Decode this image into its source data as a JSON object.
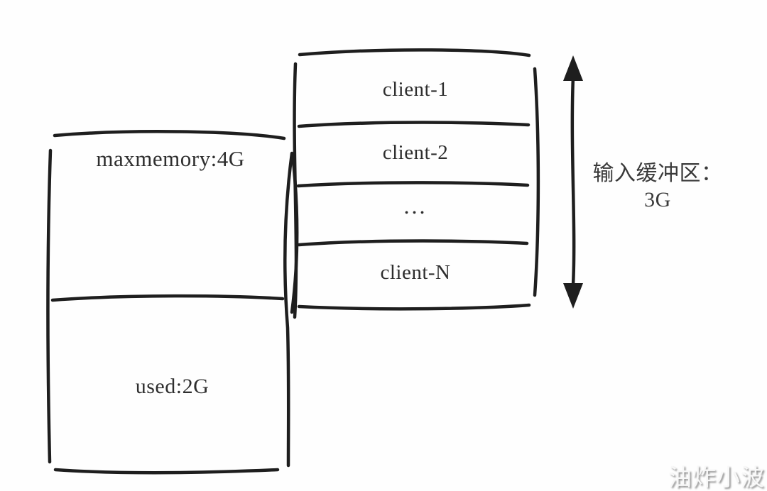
{
  "memory_box": {
    "maxmemory_label": "maxmemory:4G",
    "used_label": "used:2G"
  },
  "client_stack": {
    "rows": [
      {
        "label": "client-1"
      },
      {
        "label": "client-2"
      },
      {
        "label": "..."
      },
      {
        "label": "client-N"
      }
    ]
  },
  "buffer_annotation": {
    "title": "输入缓冲区：",
    "value": "3G"
  },
  "watermark": "油炸小波",
  "colors": {
    "stroke": "#1e1e1e",
    "background": "#fefefe",
    "watermark_shadow": "#7d7d7d"
  }
}
